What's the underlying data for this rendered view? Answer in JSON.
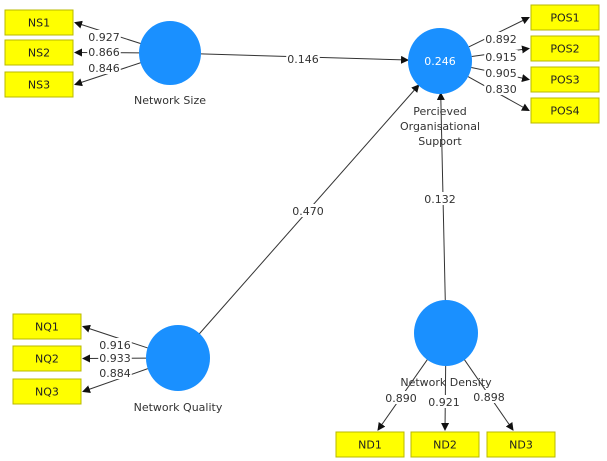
{
  "constructs": [
    {
      "id": "NS",
      "label": "Network Size",
      "color": "#1a90ff"
    },
    {
      "id": "POS",
      "label_lines": [
        "Percieved",
        "Organisational",
        "Support"
      ],
      "r_squared": "0.246",
      "color": "#1a90ff"
    },
    {
      "id": "NQ",
      "label": "Network Quality",
      "color": "#1a90ff"
    },
    {
      "id": "ND",
      "label": "Network Density",
      "color": "#1a90ff"
    }
  ],
  "indicators": {
    "NS": [
      {
        "name": "NS1",
        "loading": "0.927"
      },
      {
        "name": "NS2",
        "loading": "0.866"
      },
      {
        "name": "NS3",
        "loading": "0.846"
      }
    ],
    "POS": [
      {
        "name": "POS1",
        "loading": "0.892"
      },
      {
        "name": "POS2",
        "loading": "0.915"
      },
      {
        "name": "POS3",
        "loading": "0.905"
      },
      {
        "name": "POS4",
        "loading": "0.830"
      }
    ],
    "NQ": [
      {
        "name": "NQ1",
        "loading": "0.916"
      },
      {
        "name": "NQ2",
        "loading": "0.933"
      },
      {
        "name": "NQ3",
        "loading": "0.884"
      }
    ],
    "ND": [
      {
        "name": "ND1",
        "loading": "0.890"
      },
      {
        "name": "ND2",
        "loading": "0.921"
      },
      {
        "name": "ND3",
        "loading": "0.898"
      }
    ]
  },
  "paths": [
    {
      "from": "NS",
      "to": "POS",
      "coefficient": "0.146"
    },
    {
      "from": "NQ",
      "to": "POS",
      "coefficient": "0.470"
    },
    {
      "from": "ND",
      "to": "POS",
      "coefficient": "0.132"
    }
  ],
  "colors": {
    "construct": "#1a90ff",
    "indicator": "#ffff00"
  }
}
